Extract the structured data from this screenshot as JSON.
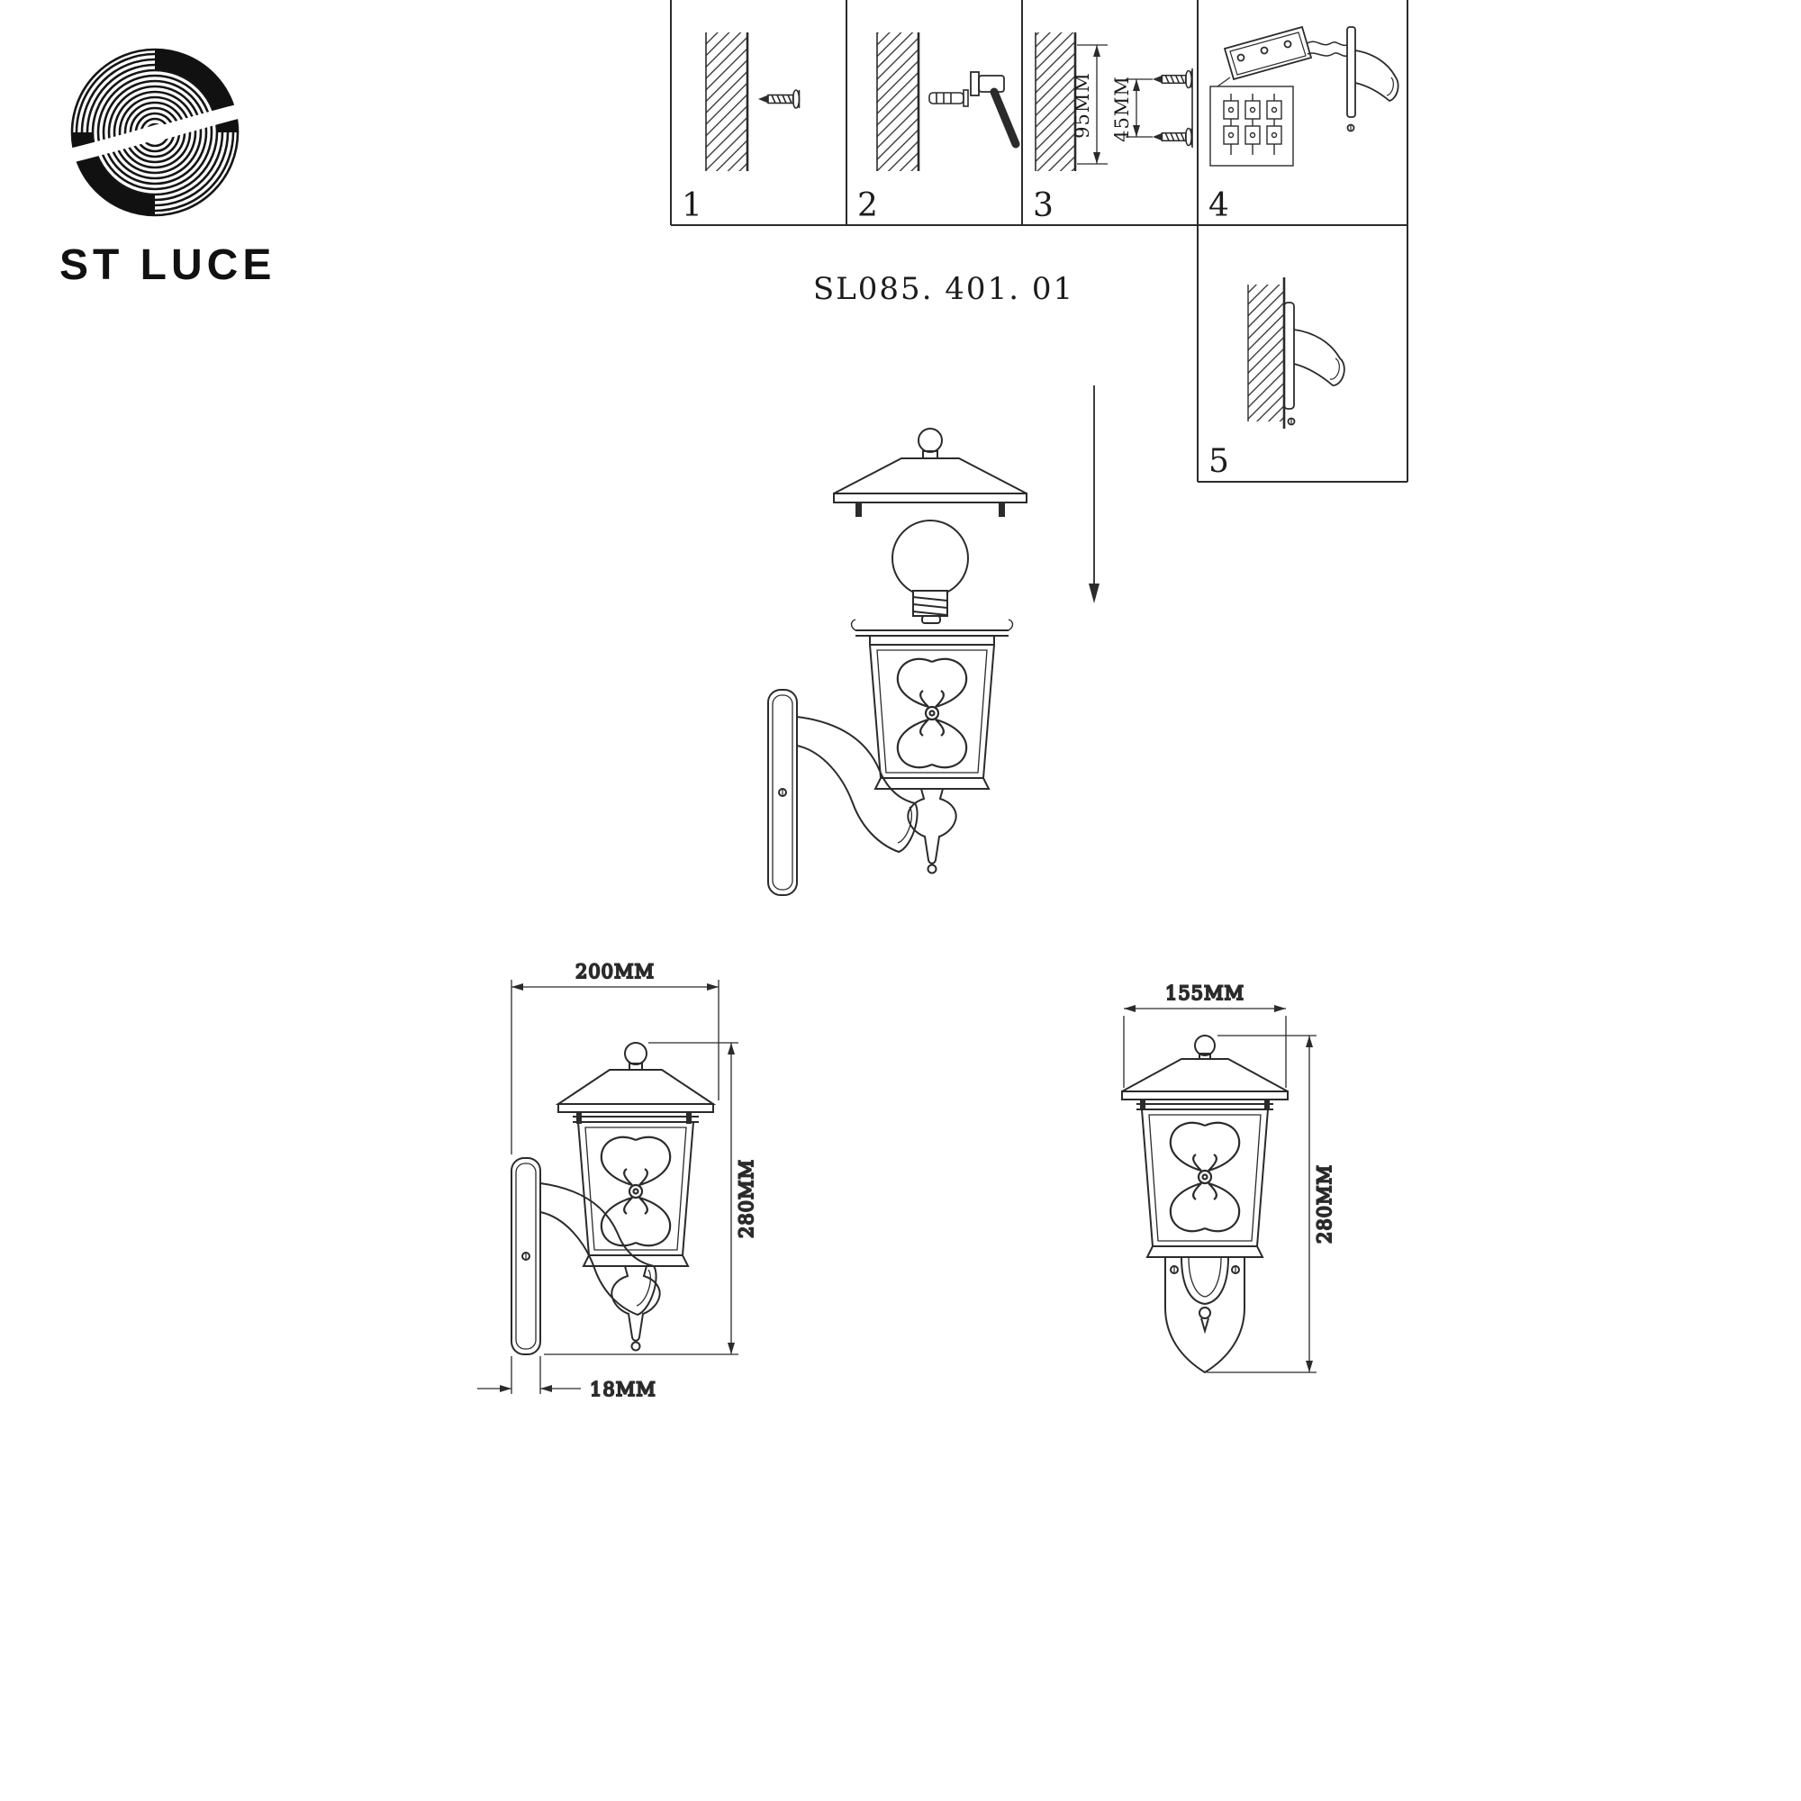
{
  "brand": "ST LUCE",
  "model": "SL085. 401. 01",
  "steps": {
    "n1": "1",
    "n2": "2",
    "n3": "3",
    "n4": "4",
    "n5": "5"
  },
  "install_dims": {
    "hole_height": "95MM",
    "hole_spacing": "45MM"
  },
  "side_view": {
    "width": "200MM",
    "height": "280MM",
    "plate_depth": "18MM"
  },
  "front_view": {
    "width": "155MM",
    "height": "280MM"
  }
}
